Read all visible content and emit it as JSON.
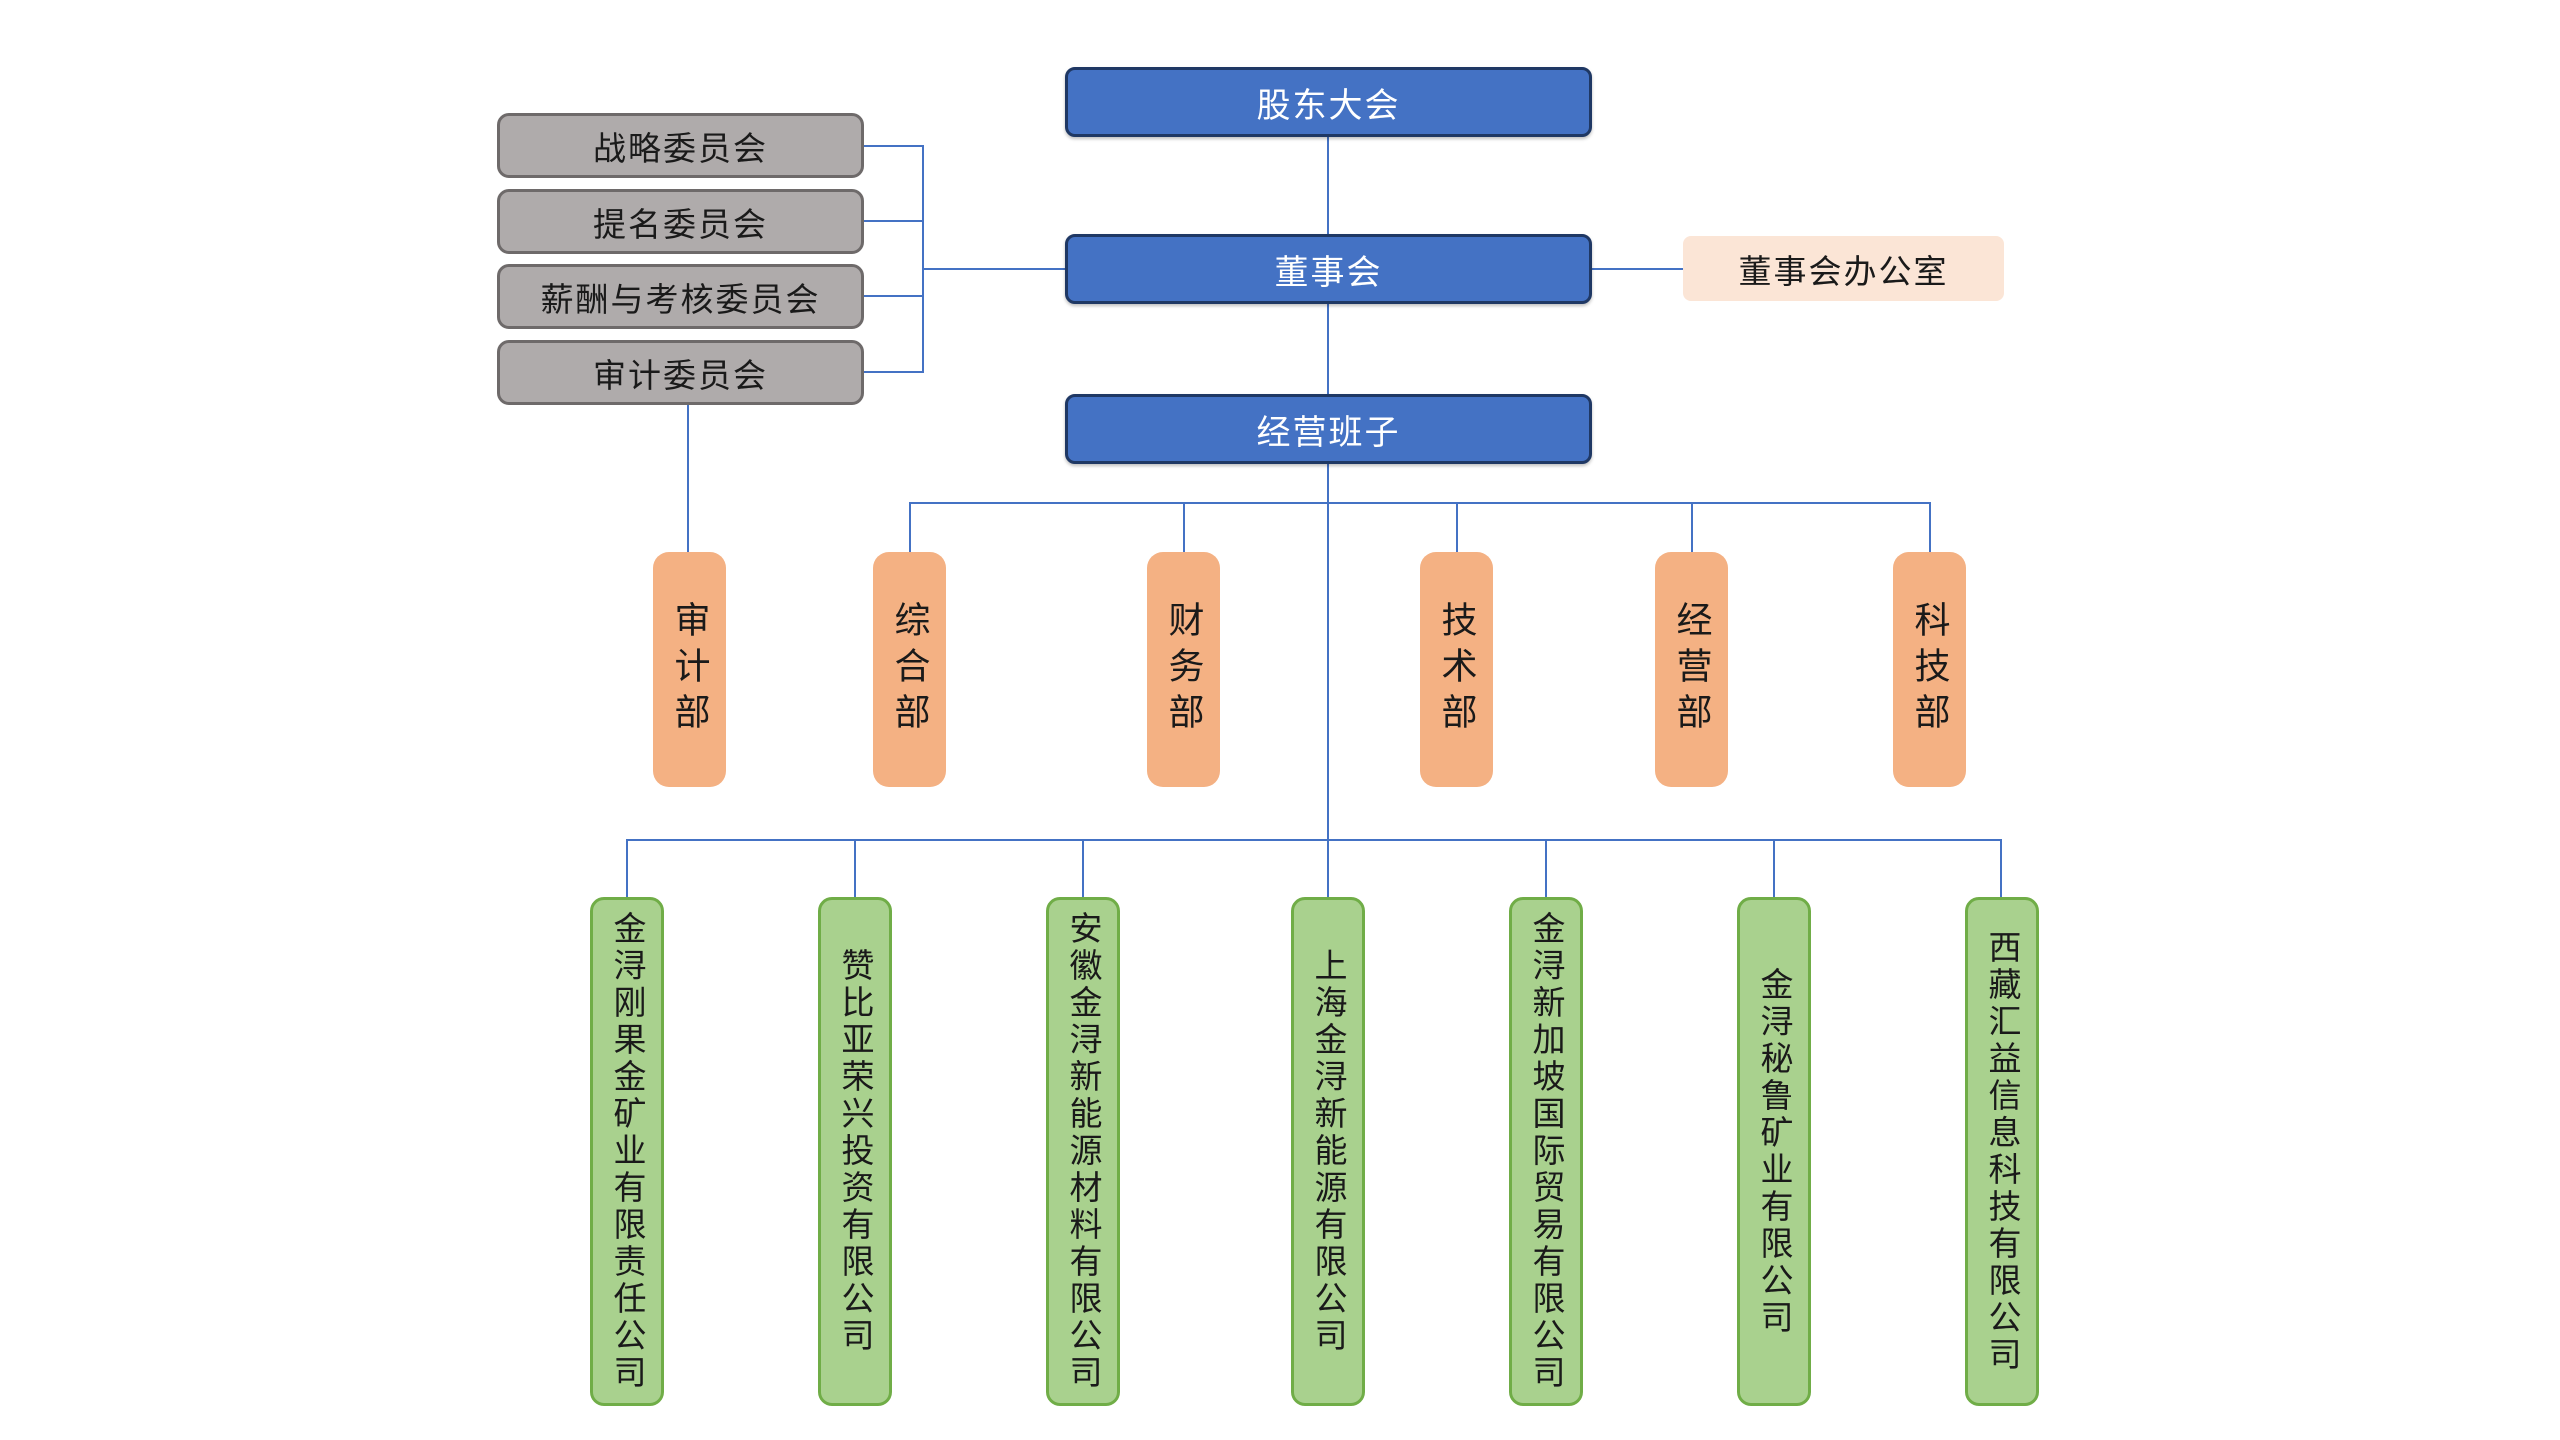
{
  "colors": {
    "blue-fill": "#4472C4",
    "blue-border": "#1F3864",
    "blue-text": "#FFFFFF",
    "gray-fill": "#AFABAB",
    "gray-border": "#6E6A6A",
    "peach-fill": "#FBE5D6",
    "orange-fill": "#F4B183",
    "green-fill": "#A9D18E",
    "green-border": "#70AD47",
    "line": "#4472C4",
    "text": "#1A1A1A",
    "bg": "#FFFFFF"
  },
  "org": {
    "shareholders": {
      "label": "股东大会"
    },
    "board": {
      "label": "董事会"
    },
    "board_office": {
      "label": "董事会办公室"
    },
    "management": {
      "label": "经营班子"
    },
    "committees": [
      {
        "label": "战略委员会"
      },
      {
        "label": "提名委员会"
      },
      {
        "label": "薪酬与考核委员会"
      },
      {
        "label": "审计委员会"
      }
    ],
    "departments": [
      {
        "label": "审计部"
      },
      {
        "label": "综合部"
      },
      {
        "label": "财务部"
      },
      {
        "label": "技术部"
      },
      {
        "label": "经营部"
      },
      {
        "label": "科技部"
      }
    ],
    "subsidiaries": [
      {
        "label": "金浔刚果金矿业有限责任公司"
      },
      {
        "label": "赞比亚荣兴投资有限公司"
      },
      {
        "label": "安徽金浔新能源材料有限公司"
      },
      {
        "label": "上海金浔新能源有限公司"
      },
      {
        "label": "金浔新加坡国际贸易有限公司"
      },
      {
        "label": "金浔秘鲁矿业有限公司"
      },
      {
        "label": "西藏汇益信息科技有限公司"
      }
    ]
  }
}
